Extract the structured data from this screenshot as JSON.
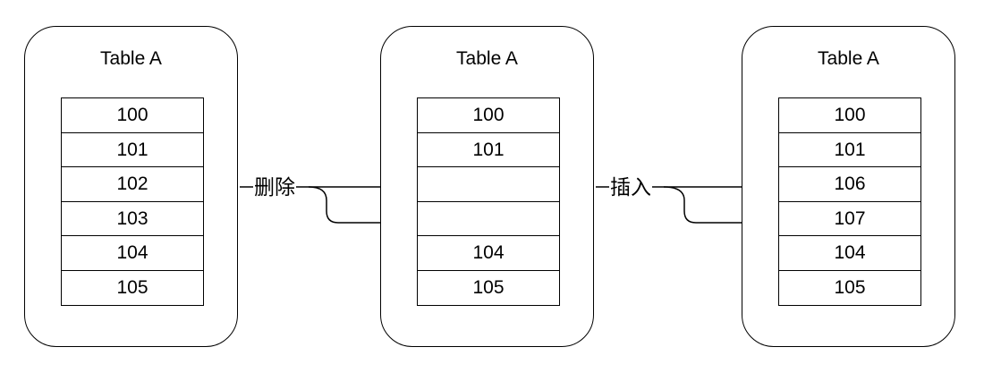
{
  "tables": [
    {
      "title": "Table A",
      "rows": [
        "100",
        "101",
        "102",
        "103",
        "104",
        "105"
      ]
    },
    {
      "title": "Table A",
      "rows": [
        "100",
        "101",
        "",
        "",
        "104",
        "105"
      ]
    },
    {
      "title": "Table A",
      "rows": [
        "100",
        "101",
        "106",
        "107",
        "104",
        "105"
      ]
    }
  ],
  "operations": [
    {
      "label": "删除"
    },
    {
      "label": "插入"
    }
  ]
}
